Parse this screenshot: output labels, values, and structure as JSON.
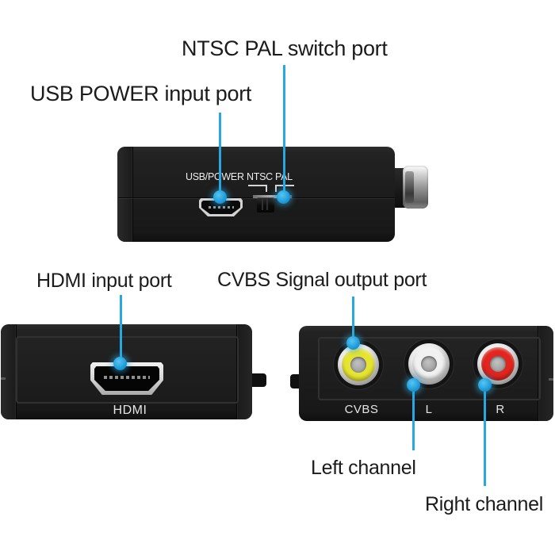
{
  "title": "HDMI to CVBS converter ports diagram",
  "colors": {
    "background": "#ffffff",
    "annotation": "#29a7e0",
    "text": "#1b1b1b",
    "device_text": "#ededed"
  },
  "annotations": {
    "ntsc_pal_switch": "NTSC PAL switch port",
    "usb_power_input": "USB POWER input port",
    "hdmi_input": "HDMI input port",
    "cvbs_output": "CVBS Signal output port",
    "left_channel": "Left channel",
    "right_channel": "Right channel"
  },
  "devices": {
    "side_view": {
      "usb_label": "USB/POWER",
      "ntsc_label": "NTSC",
      "pal_label": "PAL"
    },
    "front_view": {
      "hdmi_label": "HDMI"
    },
    "back_view": {
      "jacks": [
        {
          "name": "cvbs-video-jack",
          "label": "CVBS",
          "color": "#e6e432"
        },
        {
          "name": "left-audio-jack",
          "label": "L",
          "color": "#f1f1f1"
        },
        {
          "name": "right-audio-jack",
          "label": "R",
          "color": "#e2251f"
        }
      ]
    }
  }
}
